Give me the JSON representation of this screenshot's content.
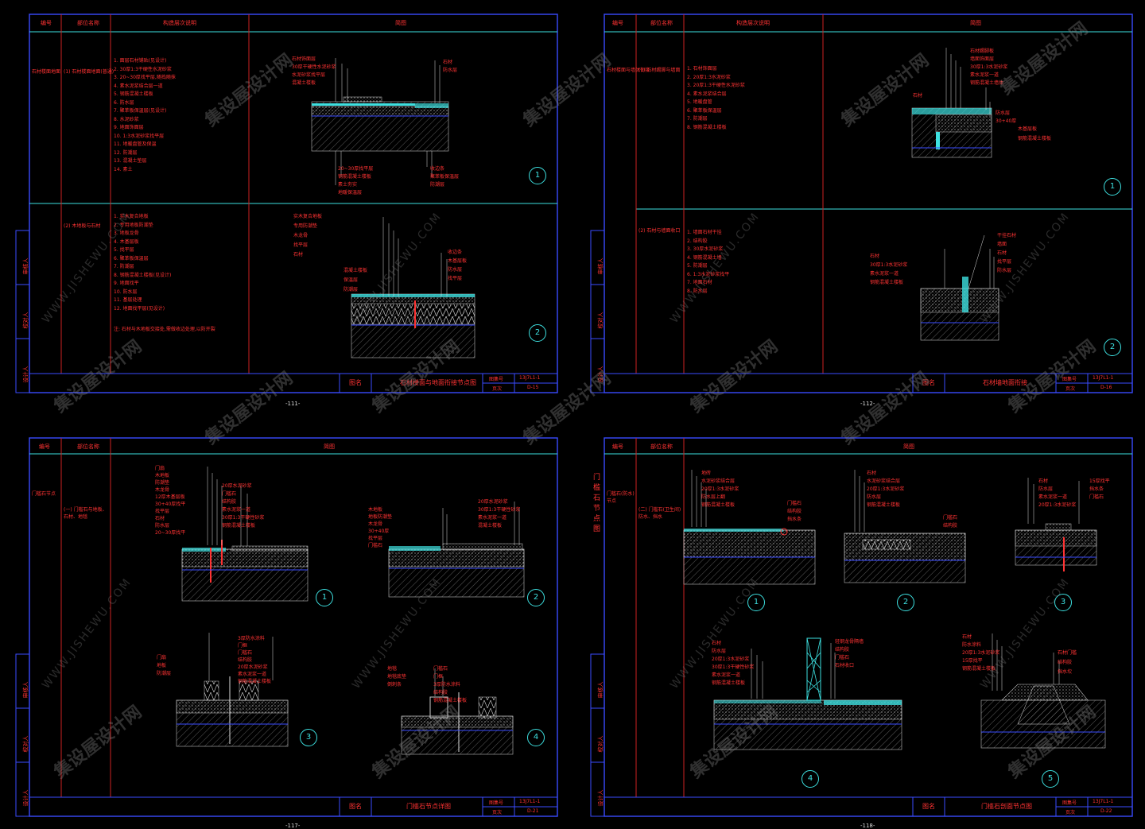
{
  "colors": {
    "background": "#000000",
    "frame": "#3a4bff",
    "divider": "#cc2222",
    "cyan": "#3de0e0",
    "text": "#ff3333",
    "watermark": "#8a8a8a"
  },
  "watermark": {
    "brand": "集设屋设计网",
    "url": "WWW.JISHEWU.COM"
  },
  "side_labels": [
    "审核人",
    "校对人",
    "设计人"
  ],
  "sheets": [
    {
      "header": [
        "编号",
        "部位名称",
        "构造层次说明",
        "简图"
      ],
      "scope": "石材楼面地面",
      "row1": {
        "name": "(1) 石材楼面地面(普通)",
        "layers": [
          "1. 面层石材铺贴(见设计)",
          "2. 30厚1:3干硬性水泥砂浆",
          "3. 20~30厚找平层,随捣随抹",
          "4. 素水泥浆结合层一道",
          "5. 钢筋混凝土楼板",
          "6. 防水层",
          "7. 聚苯板保温层(见设计)",
          "8. 水泥砂浆",
          "9. 地面饰面层",
          "10. 1:3水泥砂浆找平层",
          "11. 地暖盘管及保温",
          "12. 防潮层",
          "13. 混凝土垫层",
          "14. 素土"
        ],
        "callouts": [
          "石材饰面层",
          "30厚干硬性水泥砂浆",
          "水泥砂浆找平层",
          "混凝土楼板",
          "石材",
          "防水层",
          "20~30厚找平层",
          "钢筋混凝土楼板",
          "素土夯实",
          "地暖保温层",
          "收边条",
          "聚苯板保温层",
          "防潮层"
        ],
        "num": "1"
      },
      "row2": {
        "name": "(2) 木地板与石材",
        "layers": [
          "1. 实木复合地板",
          "2. 专用地板防潮垫",
          "3. 地板龙骨",
          "4. 木基层板",
          "5. 找平层",
          "6. 聚苯板保温层",
          "7. 防潮层",
          "8. 钢筋混凝土楼板(见设计)",
          "9. 地面找平",
          "10. 防水层",
          "11. 基层处理",
          "12. 地面找平层(见设计)"
        ],
        "note": "注: 石材与木地板交接处,需做收边处理,以防开裂",
        "callouts": [
          "实木复合地板",
          "专用防潮垫",
          "木龙骨",
          "找平层",
          "石材",
          "收边条",
          "木基层板",
          "防水层",
          "找平层",
          "混凝土楼板",
          "保温层",
          "防潮层"
        ],
        "num": "2"
      },
      "titleblock": {
        "name_label": "图名",
        "title": "石材楼面与地面衔接节点图",
        "code_label": "图集号",
        "code": "13J7L1-1",
        "page_label": "页次",
        "page": "D-15"
      },
      "pagenum": "-111-"
    },
    {
      "header": [
        "编号",
        "部位名称",
        "构造层次说明",
        "简图"
      ],
      "scope": "石材楼面与墙体衔接",
      "row1": {
        "name": "(1) 石材踢脚与墙面",
        "layers": [
          "1. 石材饰面层",
          "2. 20厚1:3水泥砂浆",
          "3. 20厚1:3干硬性水泥砂浆",
          "4. 素水泥浆结合层",
          "5. 地暖盘管",
          "6. 聚苯板保温层",
          "7. 防潮层",
          "8. 钢筋混凝土楼板"
        ],
        "callouts": [
          "石材踢脚板",
          "墙面饰面层",
          "30厚1:3水泥砂浆",
          "素水泥浆一道",
          "钢筋混凝土墙体",
          "石材",
          "防水层",
          "30+40厚",
          "木基层板",
          "钢筋混凝土楼板"
        ],
        "num": "1"
      },
      "row2": {
        "name": "(2) 石材与墙面收口",
        "layers": [
          "1. 墙面石材干挂",
          "2. 结构胶",
          "3. 30厚水泥砂浆",
          "4. 钢筋混凝土墙",
          "5. 防潮层",
          "6. 1:3水泥砂浆找平",
          "7. 地面石材",
          "8. 防水层"
        ],
        "callouts": [
          "石材",
          "30厚1:3水泥砂浆",
          "素水泥浆一道",
          "钢筋混凝土楼板",
          "干挂石材",
          "墙面",
          "石材",
          "找平层",
          "防水层"
        ],
        "num": "2"
      },
      "titleblock": {
        "name_label": "图名",
        "title": "石材墙地面衔接",
        "code_label": "图集号",
        "code": "13J7L1-1",
        "page_label": "页次",
        "page": "D-16"
      },
      "pagenum": "-112-"
    },
    {
      "header": [
        "编号",
        "部位名称",
        "简图"
      ],
      "scope": "门槛石节点",
      "name": "(一) 门槛石与地板、石材、地毯",
      "details": [
        {
          "num": "1",
          "callouts": [
            "门扇",
            "木地板",
            "防潮垫",
            "木龙骨",
            "12厚木基层板",
            "30+40厚找平",
            "找平层",
            "石材",
            "防水层",
            "20~30厚找平",
            "20厚水泥砂浆",
            "门槛石",
            "结构胶",
            "素水泥浆一道",
            "30厚1:3干硬性砂浆",
            "钢筋混凝土楼板"
          ]
        },
        {
          "num": "2",
          "callouts": [
            "木地板",
            "地板防潮垫",
            "木龙骨",
            "30+40厚",
            "找平层",
            "门槛石",
            "20厚水泥砂浆",
            "30厚1:3干硬性砂浆",
            "素水泥浆一道",
            "混凝土楼板"
          ]
        },
        {
          "num": "3",
          "callouts": [
            "门扇",
            "地板",
            "防潮层",
            "3厚防水涂料",
            "门框",
            "门槛石",
            "结构胶",
            "20厚水泥砂浆",
            "素水泥浆一道",
            "钢筋混凝土楼板"
          ]
        },
        {
          "num": "4",
          "callouts": [
            "地毯",
            "地毯底垫",
            "倒刺条",
            "门槛石",
            "门框",
            "3厚防水涂料",
            "结构胶",
            "钢筋混凝土楼板"
          ]
        }
      ],
      "titleblock": {
        "name_label": "图名",
        "title": "门槛石节点详图",
        "code_label": "图集号",
        "code": "13J7L1-1",
        "page_label": "页次",
        "page": "D-21"
      },
      "pagenum": "-117-"
    },
    {
      "header": [
        "编号",
        "部位名称",
        "简图"
      ],
      "scope": "门槛石(防水)节点",
      "name": "(二) 门槛石(卫生间) 防水、挡水",
      "side_title": [
        "门",
        "槛",
        "石",
        "节",
        "点",
        "图"
      ],
      "details": [
        {
          "num": "1",
          "callouts": [
            "地砖",
            "水泥砂浆结合层",
            "20厚1:3水泥砂浆",
            "防水层上翻",
            "钢筋混凝土楼板",
            "门槛石",
            "结构胶",
            "挡水条"
          ]
        },
        {
          "num": "2",
          "callouts": [
            "石材",
            "水泥砂浆结合层",
            "20厚1:3水泥砂浆",
            "防水层",
            "钢筋混凝土楼板",
            "门槛石",
            "结构胶"
          ]
        },
        {
          "num": "3",
          "callouts": [
            "石材",
            "防水层",
            "素水泥浆一道",
            "20厚1:3水泥砂浆",
            "15厚找平",
            "挡水条",
            "门槛石"
          ]
        },
        {
          "num": "4",
          "callouts": [
            "石材",
            "防水层",
            "20厚1:3水泥砂浆",
            "30厚1:3干硬性砂浆",
            "素水泥浆一道",
            "钢筋混凝土楼板",
            "轻钢龙骨隔墙",
            "结构胶",
            "门槛石",
            "石材收口"
          ]
        },
        {
          "num": "5",
          "callouts": [
            "石材",
            "防水涂料",
            "20厚1:3水泥砂浆",
            "15厚找平",
            "钢筋混凝土楼板",
            "石材门槛",
            "结构胶",
            "挡水坎"
          ]
        }
      ],
      "titleblock": {
        "name_label": "图名",
        "title": "门槛石剖面节点图",
        "code_label": "图集号",
        "code": "13J7L1-1",
        "page_label": "页次",
        "page": "D-22"
      },
      "pagenum": "-118-"
    }
  ]
}
